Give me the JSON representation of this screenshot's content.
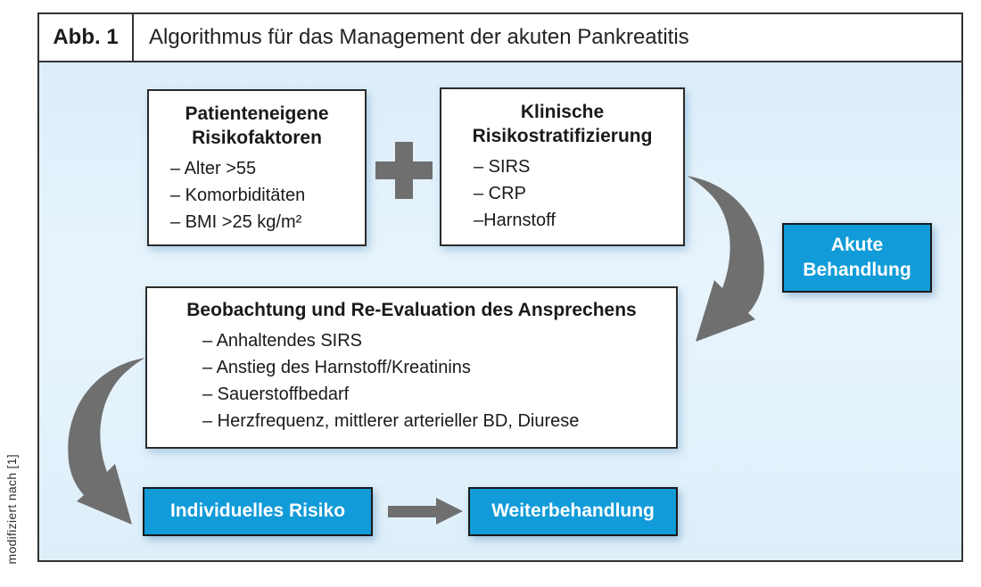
{
  "figure": {
    "label": "Abb. 1",
    "title": "Algorithmus für das Management der akuten Pankreatitis",
    "credit": "modifiziert nach [1]"
  },
  "boxes": {
    "patient_risk": {
      "title_line1": "Patienteneigene",
      "title_line2": "Risikofaktoren",
      "items": [
        "– Alter >55",
        "– Komorbiditäten",
        "– BMI >25 kg/m²"
      ]
    },
    "clinical_strat": {
      "title_line1": "Klinische",
      "title_line2": "Risikostratifizierung",
      "items": [
        "– SIRS",
        "– CRP",
        "–Harnstoff"
      ]
    },
    "acute_treatment": {
      "label_line1": "Akute",
      "label_line2": "Behandlung"
    },
    "observation": {
      "title": "Beobachtung und Re-Evaluation des Ansprechens",
      "items": [
        "– Anhaltendes SIRS",
        "– Anstieg des Harnstoff/Kreatinins",
        "– Sauerstoffbedarf",
        "– Herzfrequenz, mittlerer arterieller BD, Diurese"
      ]
    },
    "individual_risk": {
      "label": "Individuelles Risiko"
    },
    "further_treatment": {
      "label": "Weiterbehandlung"
    }
  },
  "icons": {
    "plus": "plus-sign between risk factor boxes",
    "curved_arrow_right": "curved arrow from clinical stratification down to observation box",
    "curved_arrow_left": "curved arrow from observation box down to individual risk box",
    "arrow_right": "straight arrow from individual risk to further treatment"
  },
  "colors": {
    "accent_blue": "#119bd8",
    "panel_background": "#e2f0fa",
    "arrow_gray": "#6f6f6f",
    "border_dark": "#2b2b2b",
    "text": "#1a1a1a"
  }
}
